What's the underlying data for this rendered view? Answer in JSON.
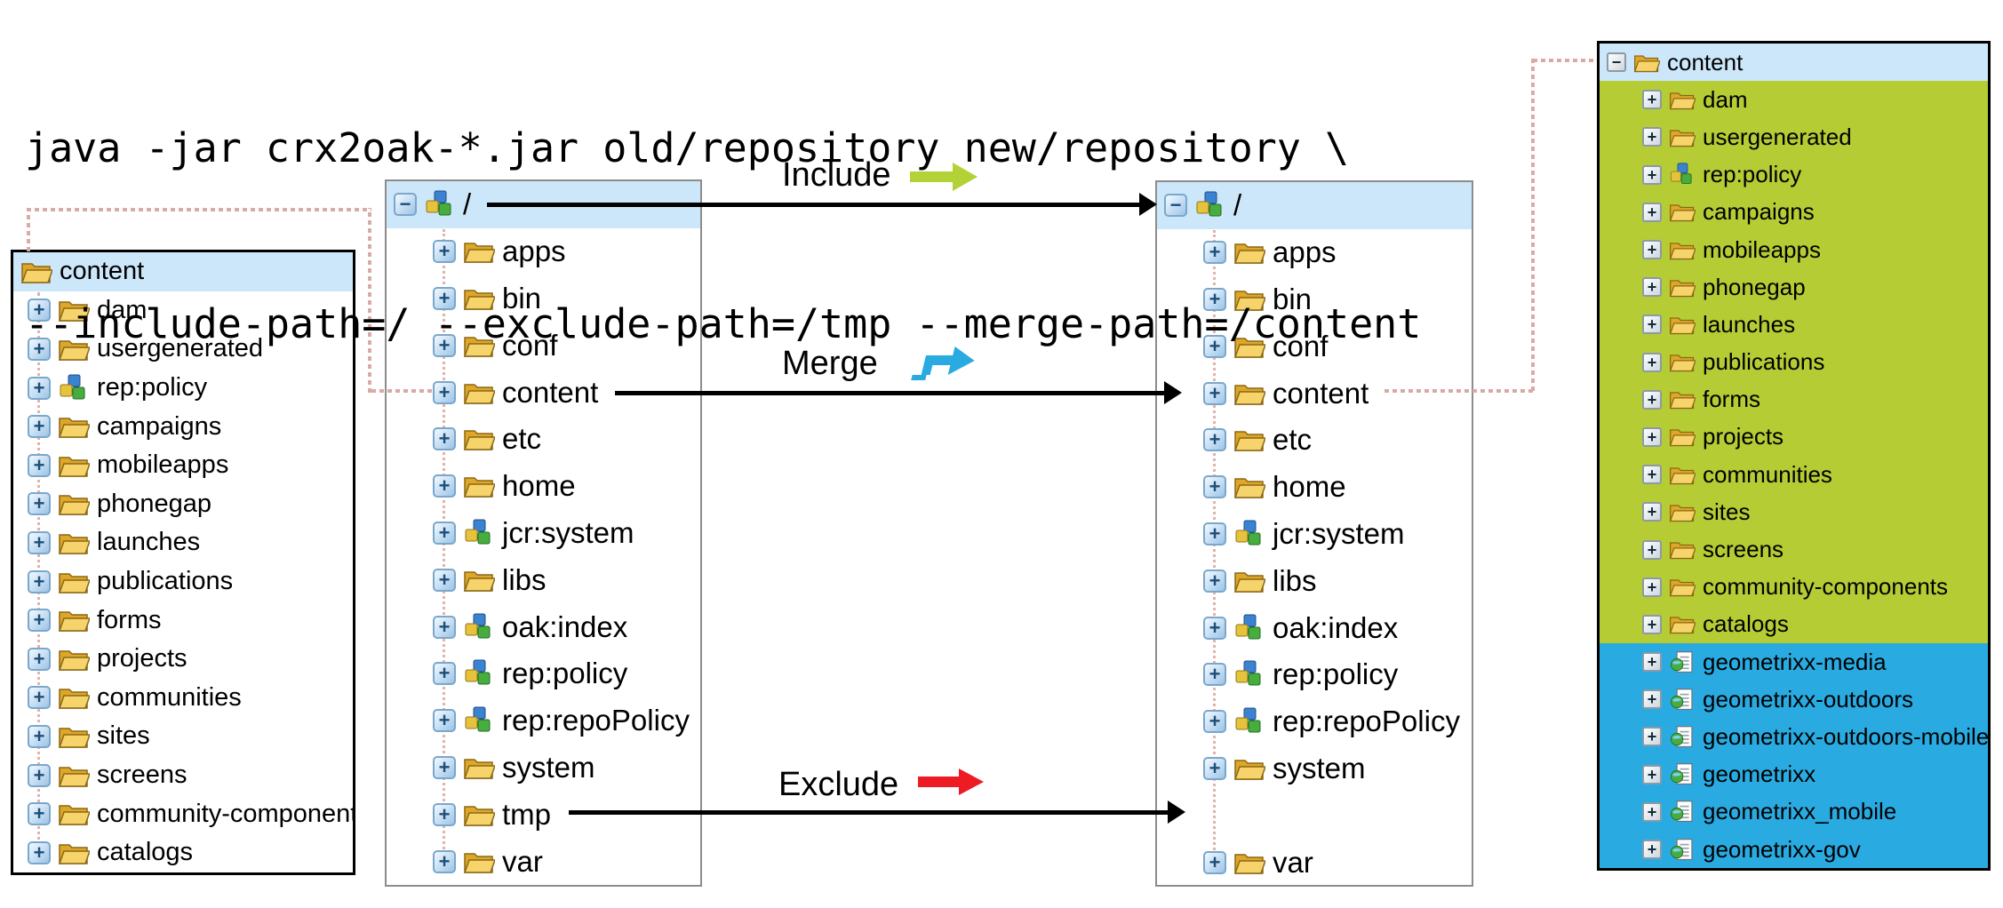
{
  "command": {
    "line1": "java -jar crx2oak-*.jar old/repository new/repository \\",
    "line2": "--include-path=/ --exclude-path=/tmp --merge-path=/content"
  },
  "legend": {
    "include": {
      "label": "Include",
      "color": "#b2d235"
    },
    "merge": {
      "label": "Merge",
      "color": "#29abe2"
    },
    "exclude": {
      "label": "Exclude",
      "color": "#ed1c24"
    }
  },
  "colors": {
    "selected_row": "#cce7fa",
    "merged_rows": "#b5cc34",
    "added_rows": "#29abe2",
    "connector_dotted": "#d9aba4",
    "arrow_line": "#000000"
  },
  "panels": {
    "source_content": {
      "rows": [
        {
          "expand": null,
          "icon": "folder",
          "label": "content",
          "bg": "blue",
          "indent": 0
        },
        {
          "expand": "plus",
          "icon": "folder",
          "label": "dam",
          "indent": 1
        },
        {
          "expand": "plus",
          "icon": "folder",
          "label": "usergenerated",
          "indent": 1
        },
        {
          "expand": "plus",
          "icon": "cubes",
          "label": "rep:policy",
          "indent": 1
        },
        {
          "expand": "plus",
          "icon": "folder",
          "label": "campaigns",
          "indent": 1
        },
        {
          "expand": "plus",
          "icon": "folder",
          "label": "mobileapps",
          "indent": 1
        },
        {
          "expand": "plus",
          "icon": "folder",
          "label": "phonegap",
          "indent": 1
        },
        {
          "expand": "plus",
          "icon": "folder",
          "label": "launches",
          "indent": 1
        },
        {
          "expand": "plus",
          "icon": "folder",
          "label": "publications",
          "indent": 1
        },
        {
          "expand": "plus",
          "icon": "folder",
          "label": "forms",
          "indent": 1
        },
        {
          "expand": "plus",
          "icon": "folder",
          "label": "projects",
          "indent": 1
        },
        {
          "expand": "plus",
          "icon": "folder",
          "label": "communities",
          "indent": 1
        },
        {
          "expand": "plus",
          "icon": "folder",
          "label": "sites",
          "indent": 1
        },
        {
          "expand": "plus",
          "icon": "folder",
          "label": "screens",
          "indent": 1
        },
        {
          "expand": "plus",
          "icon": "folder",
          "label": "community-components",
          "indent": 1
        },
        {
          "expand": "plus",
          "icon": "folder",
          "label": "catalogs",
          "indent": 1
        }
      ]
    },
    "source_root": {
      "rows": [
        {
          "expand": "minus",
          "icon": "cubes",
          "label": "/",
          "bg": "blue",
          "indent": 0
        },
        {
          "expand": "plus",
          "icon": "folder",
          "label": "apps",
          "indent": 1
        },
        {
          "expand": "plus",
          "icon": "folder",
          "label": "bin",
          "indent": 1
        },
        {
          "expand": "plus",
          "icon": "folder",
          "label": "conf",
          "indent": 1
        },
        {
          "expand": "plus",
          "icon": "folder",
          "label": "content",
          "indent": 1
        },
        {
          "expand": "plus",
          "icon": "folder",
          "label": "etc",
          "indent": 1
        },
        {
          "expand": "plus",
          "icon": "folder",
          "label": "home",
          "indent": 1
        },
        {
          "expand": "plus",
          "icon": "cubes",
          "label": "jcr:system",
          "indent": 1
        },
        {
          "expand": "plus",
          "icon": "folder",
          "label": "libs",
          "indent": 1
        },
        {
          "expand": "plus",
          "icon": "cubes",
          "label": "oak:index",
          "indent": 1
        },
        {
          "expand": "plus",
          "icon": "cubes",
          "label": "rep:policy",
          "indent": 1
        },
        {
          "expand": "plus",
          "icon": "cubes",
          "label": "rep:repoPolicy",
          "indent": 1
        },
        {
          "expand": "plus",
          "icon": "folder",
          "label": "system",
          "indent": 1
        },
        {
          "expand": "plus",
          "icon": "folder",
          "label": "tmp",
          "indent": 1
        },
        {
          "expand": "plus",
          "icon": "folder",
          "label": "var",
          "indent": 1
        }
      ]
    },
    "target_root": {
      "rows": [
        {
          "expand": "minus",
          "icon": "cubes",
          "label": "/",
          "bg": "blue",
          "indent": 0
        },
        {
          "expand": "plus",
          "icon": "folder",
          "label": "apps",
          "indent": 1
        },
        {
          "expand": "plus",
          "icon": "folder",
          "label": "bin",
          "indent": 1
        },
        {
          "expand": "plus",
          "icon": "folder",
          "label": "conf",
          "indent": 1
        },
        {
          "expand": "plus",
          "icon": "folder",
          "label": "content",
          "indent": 1
        },
        {
          "expand": "plus",
          "icon": "folder",
          "label": "etc",
          "indent": 1
        },
        {
          "expand": "plus",
          "icon": "folder",
          "label": "home",
          "indent": 1
        },
        {
          "expand": "plus",
          "icon": "cubes",
          "label": "jcr:system",
          "indent": 1
        },
        {
          "expand": "plus",
          "icon": "folder",
          "label": "libs",
          "indent": 1
        },
        {
          "expand": "plus",
          "icon": "cubes",
          "label": "oak:index",
          "indent": 1
        },
        {
          "expand": "plus",
          "icon": "cubes",
          "label": "rep:policy",
          "indent": 1
        },
        {
          "expand": "plus",
          "icon": "cubes",
          "label": "rep:repoPolicy",
          "indent": 1
        },
        {
          "expand": "plus",
          "icon": "folder",
          "label": "system",
          "indent": 1
        },
        {
          "gap": true
        },
        {
          "expand": "plus",
          "icon": "folder",
          "label": "var",
          "indent": 1
        }
      ]
    },
    "target_content": {
      "rows": [
        {
          "expand": "minus",
          "icon": "folder",
          "label": "content",
          "bg": "blue",
          "indent": 0
        },
        {
          "expand": "plus",
          "icon": "folder",
          "label": "dam",
          "bg": "green",
          "indent": 1
        },
        {
          "expand": "plus",
          "icon": "folder",
          "label": "usergenerated",
          "bg": "green",
          "indent": 1
        },
        {
          "expand": "plus",
          "icon": "cubes",
          "label": "rep:policy",
          "bg": "green",
          "indent": 1
        },
        {
          "expand": "plus",
          "icon": "folder",
          "label": "campaigns",
          "bg": "green",
          "indent": 1
        },
        {
          "expand": "plus",
          "icon": "folder",
          "label": "mobileapps",
          "bg": "green",
          "indent": 1
        },
        {
          "expand": "plus",
          "icon": "folder",
          "label": "phonegap",
          "bg": "green",
          "indent": 1
        },
        {
          "expand": "plus",
          "icon": "folder",
          "label": "launches",
          "bg": "green",
          "indent": 1
        },
        {
          "expand": "plus",
          "icon": "folder",
          "label": "publications",
          "bg": "green",
          "indent": 1
        },
        {
          "expand": "plus",
          "icon": "folder",
          "label": "forms",
          "bg": "green",
          "indent": 1
        },
        {
          "expand": "plus",
          "icon": "folder",
          "label": "projects",
          "bg": "green",
          "indent": 1
        },
        {
          "expand": "plus",
          "icon": "folder",
          "label": "communities",
          "bg": "green",
          "indent": 1
        },
        {
          "expand": "plus",
          "icon": "folder",
          "label": "sites",
          "bg": "green",
          "indent": 1
        },
        {
          "expand": "plus",
          "icon": "folder",
          "label": "screens",
          "bg": "green",
          "indent": 1
        },
        {
          "expand": "plus",
          "icon": "folder",
          "label": "community-components",
          "bg": "green",
          "indent": 1
        },
        {
          "expand": "plus",
          "icon": "folder",
          "label": "catalogs",
          "bg": "green",
          "indent": 1
        },
        {
          "expand": "plus",
          "icon": "site",
          "label": "geometrixx-media",
          "bg": "cyan",
          "indent": 1
        },
        {
          "expand": "plus",
          "icon": "site",
          "label": "geometrixx-outdoors",
          "bg": "cyan",
          "indent": 1
        },
        {
          "expand": "plus",
          "icon": "site",
          "label": "geometrixx-outdoors-mobile",
          "bg": "cyan",
          "indent": 1
        },
        {
          "expand": "plus",
          "icon": "site",
          "label": "geometrixx",
          "bg": "cyan",
          "indent": 1
        },
        {
          "expand": "plus",
          "icon": "site",
          "label": "geometrixx_mobile",
          "bg": "cyan",
          "indent": 1
        },
        {
          "expand": "plus",
          "icon": "site",
          "label": "geometrixx-gov",
          "bg": "cyan",
          "indent": 1
        }
      ]
    }
  }
}
